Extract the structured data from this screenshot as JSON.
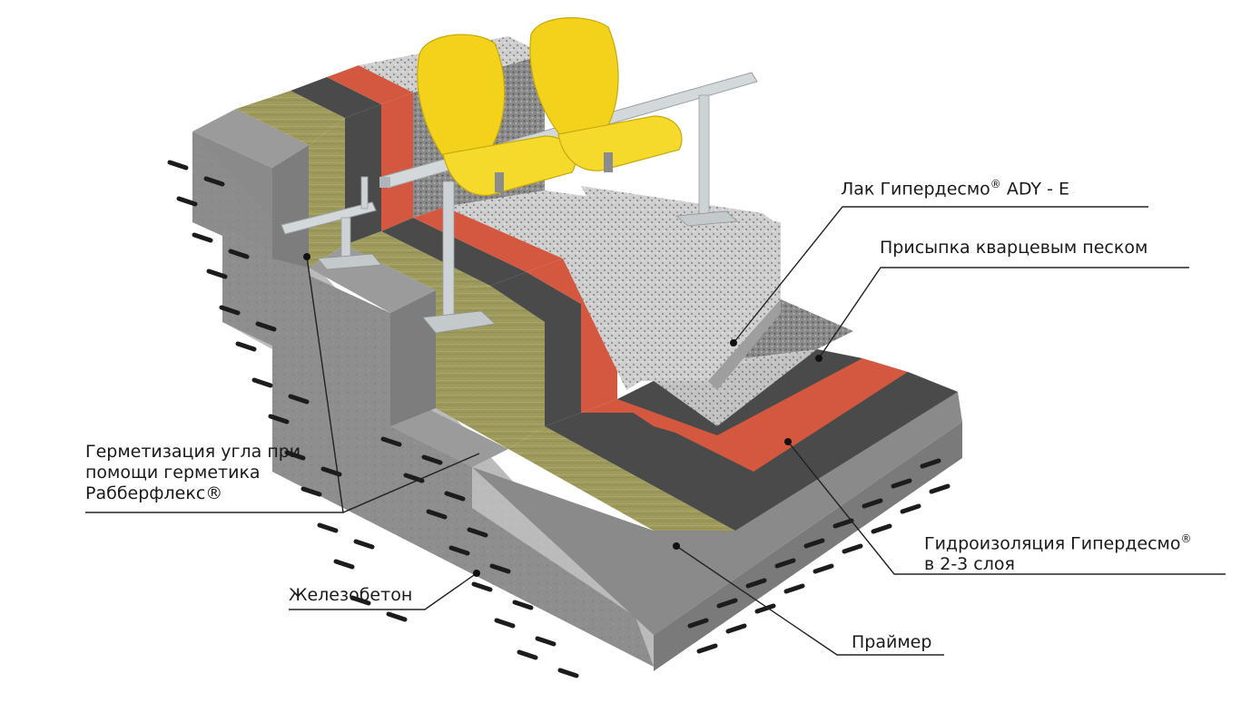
{
  "labels": {
    "lak": {
      "text": "Лак Гипердесмо",
      "mark": "®",
      "suffix": " ADY - E"
    },
    "prisypka": "Присыпка кварцевым песком",
    "germet": {
      "line1": "Герметизация угла при",
      "line2": "помощи герметика",
      "line3": "Рабберфлекс®"
    },
    "hydro": {
      "line1_text": "Гидроизоляция Гипердесмо",
      "line1_mark": "®",
      "line2": "в 2-3 слоя"
    },
    "zhb": "Железобетон",
    "primer": "Праймер"
  },
  "colors": {
    "concrete": "#8e8e8e",
    "concrete_dark": "#6b6b6b",
    "concrete_light": "#a9a9a9",
    "insulation": "#9d9a5c",
    "membrane_dark": "#4a4a4a",
    "membrane_red": "#d4583f",
    "gravel": "#c9c9c9",
    "seat_yellow": "#f2d21a",
    "steel": "#c9cfd3",
    "rebar": "#1c1c1c"
  }
}
